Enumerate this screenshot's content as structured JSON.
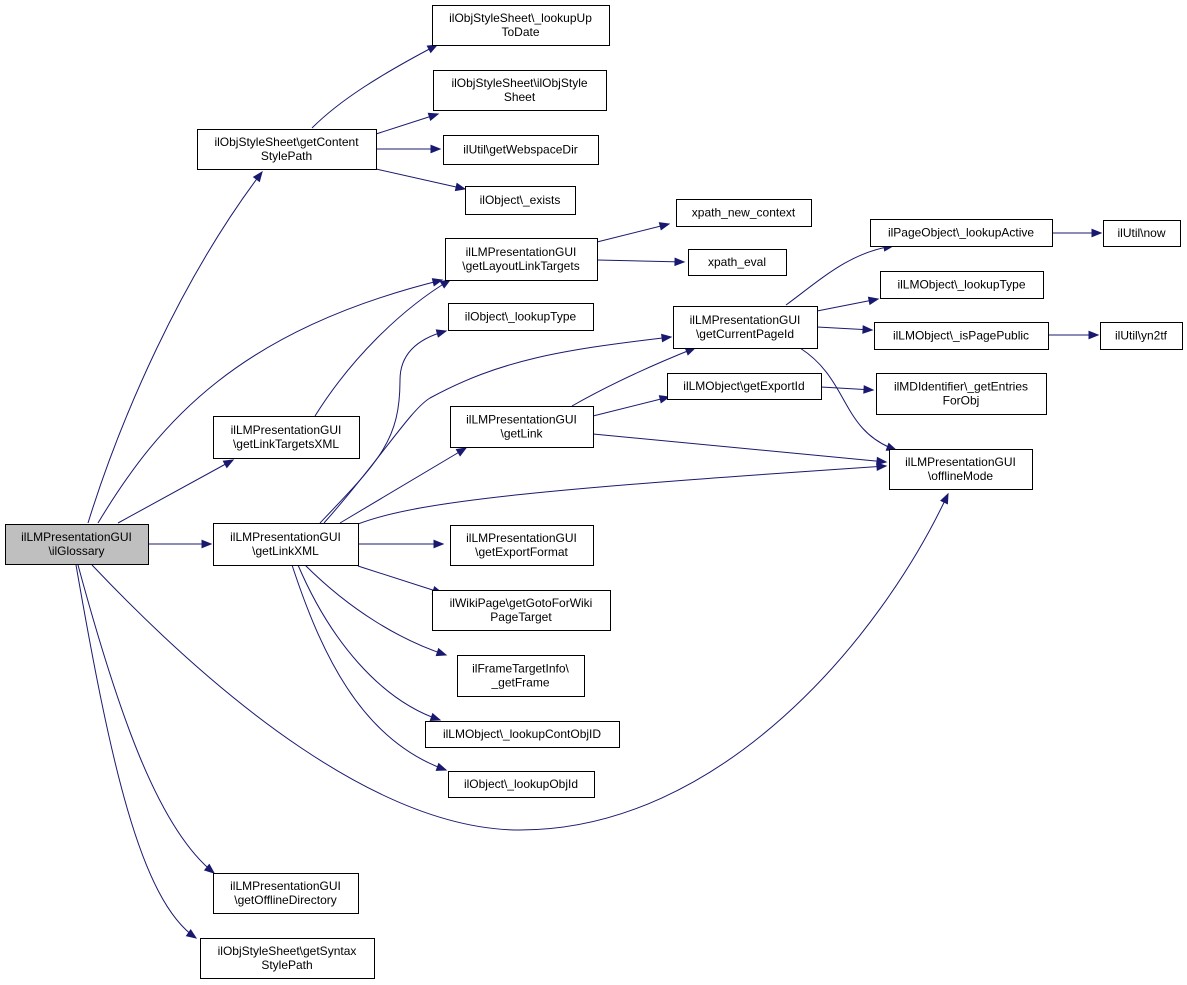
{
  "graph": {
    "colors": {
      "edge": "#191970",
      "root_fill": "#bfbfbf",
      "node_fill": "#ffffff",
      "node_stroke": "#000000"
    },
    "nodes": [
      {
        "id": "root",
        "lines": [
          "ilLMPresentationGUI",
          "\\ilGlossary"
        ],
        "root": true
      },
      {
        "id": "getContentStylePath",
        "lines": [
          "ilObjStyleSheet\\getContent",
          "StylePath"
        ]
      },
      {
        "id": "lookupUpToDate",
        "lines": [
          "ilObjStyleSheet\\_lookupUp",
          "ToDate"
        ]
      },
      {
        "id": "ilObjStyleSheetCtor",
        "lines": [
          "ilObjStyleSheet\\ilObjStyle",
          "Sheet"
        ]
      },
      {
        "id": "getWebspaceDir",
        "lines": [
          "ilUtil\\getWebspaceDir"
        ]
      },
      {
        "id": "objExists",
        "lines": [
          "ilObject\\_exists"
        ]
      },
      {
        "id": "getLayoutLinkTargets",
        "lines": [
          "ilLMPresentationGUI",
          "\\getLayoutLinkTargets"
        ]
      },
      {
        "id": "xpathNewContext",
        "lines": [
          "xpath_new_context"
        ]
      },
      {
        "id": "xpathEval",
        "lines": [
          "xpath_eval"
        ]
      },
      {
        "id": "lookupType",
        "lines": [
          "ilObject\\_lookupType"
        ]
      },
      {
        "id": "getLinkTargetsXML",
        "lines": [
          "ilLMPresentationGUI",
          "\\getLinkTargetsXML"
        ]
      },
      {
        "id": "getLinkXML",
        "lines": [
          "ilLMPresentationGUI",
          "\\getLinkXML"
        ]
      },
      {
        "id": "getLink",
        "lines": [
          "ilLMPresentationGUI",
          "\\getLink"
        ]
      },
      {
        "id": "getCurrentPageId",
        "lines": [
          "ilLMPresentationGUI",
          "\\getCurrentPageId"
        ]
      },
      {
        "id": "pageLookupActive",
        "lines": [
          "ilPageObject\\_lookupActive"
        ]
      },
      {
        "id": "utilNow",
        "lines": [
          "ilUtil\\now"
        ]
      },
      {
        "id": "lmLookupType",
        "lines": [
          "ilLMObject\\_lookupType"
        ]
      },
      {
        "id": "isPagePublic",
        "lines": [
          "ilLMObject\\_isPagePublic"
        ]
      },
      {
        "id": "yn2tf",
        "lines": [
          "ilUtil\\yn2tf"
        ]
      },
      {
        "id": "getExportId",
        "lines": [
          "ilLMObject\\getExportId"
        ]
      },
      {
        "id": "getEntriesForObj",
        "lines": [
          "ilMDIdentifier\\_getEntries",
          "ForObj"
        ]
      },
      {
        "id": "offlineMode",
        "lines": [
          "ilLMPresentationGUI",
          "\\offlineMode"
        ]
      },
      {
        "id": "getExportFormat",
        "lines": [
          "ilLMPresentationGUI",
          "\\getExportFormat"
        ]
      },
      {
        "id": "getGotoForWiki",
        "lines": [
          "ilWikiPage\\getGotoForWiki",
          "PageTarget"
        ]
      },
      {
        "id": "getFrame",
        "lines": [
          "ilFrameTargetInfo\\",
          "_getFrame"
        ]
      },
      {
        "id": "lookupContObjID",
        "lines": [
          "ilLMObject\\_lookupContObjID"
        ]
      },
      {
        "id": "lookupObjId",
        "lines": [
          "ilObject\\_lookupObjId"
        ]
      },
      {
        "id": "getOfflineDirectory",
        "lines": [
          "ilLMPresentationGUI",
          "\\getOfflineDirectory"
        ]
      },
      {
        "id": "getSyntaxStylePath",
        "lines": [
          "ilObjStyleSheet\\getSyntax",
          "StylePath"
        ]
      }
    ],
    "edges": [
      [
        "root",
        "getContentStylePath"
      ],
      [
        "root",
        "getLayoutLinkTargets"
      ],
      [
        "root",
        "getLinkTargetsXML"
      ],
      [
        "root",
        "getLinkXML"
      ],
      [
        "root",
        "offlineMode"
      ],
      [
        "root",
        "getOfflineDirectory"
      ],
      [
        "root",
        "getSyntaxStylePath"
      ],
      [
        "getContentStylePath",
        "lookupUpToDate"
      ],
      [
        "getContentStylePath",
        "ilObjStyleSheetCtor"
      ],
      [
        "getContentStylePath",
        "getWebspaceDir"
      ],
      [
        "getContentStylePath",
        "objExists"
      ],
      [
        "getLayoutLinkTargets",
        "xpathNewContext"
      ],
      [
        "getLayoutLinkTargets",
        "xpathEval"
      ],
      [
        "getLinkTargetsXML",
        "getLayoutLinkTargets"
      ],
      [
        "getLinkXML",
        "lookupType"
      ],
      [
        "getLinkXML",
        "getCurrentPageId"
      ],
      [
        "getLinkXML",
        "getLink"
      ],
      [
        "getLinkXML",
        "offlineMode"
      ],
      [
        "getLinkXML",
        "getExportFormat"
      ],
      [
        "getLinkXML",
        "getGotoForWiki"
      ],
      [
        "getLinkXML",
        "getFrame"
      ],
      [
        "getLinkXML",
        "lookupContObjID"
      ],
      [
        "getLinkXML",
        "lookupObjId"
      ],
      [
        "getLink",
        "getCurrentPageId"
      ],
      [
        "getLink",
        "getExportId"
      ],
      [
        "getLink",
        "offlineMode"
      ],
      [
        "getCurrentPageId",
        "pageLookupActive"
      ],
      [
        "getCurrentPageId",
        "lmLookupType"
      ],
      [
        "getCurrentPageId",
        "isPagePublic"
      ],
      [
        "getCurrentPageId",
        "offlineMode"
      ],
      [
        "pageLookupActive",
        "utilNow"
      ],
      [
        "isPagePublic",
        "yn2tf"
      ],
      [
        "getExportId",
        "getEntriesForObj"
      ]
    ]
  }
}
